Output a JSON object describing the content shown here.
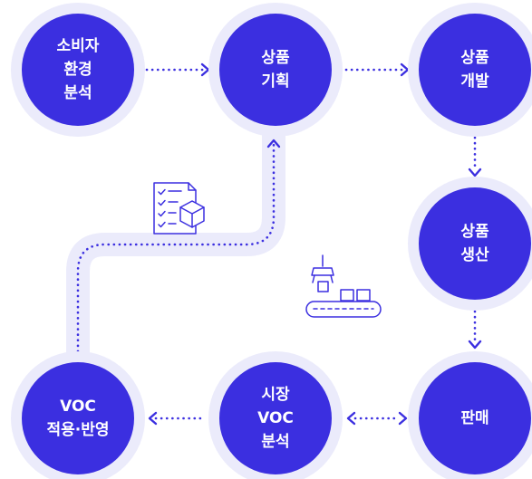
{
  "nodes": {
    "consumer": [
      "소비자",
      "환경",
      "분석"
    ],
    "planning": [
      "상품",
      "기획"
    ],
    "development": [
      "상품",
      "개발"
    ],
    "production": [
      "상품",
      "생산"
    ],
    "sales": [
      "판매"
    ],
    "market_voc": [
      "시장",
      "VOC",
      "분석"
    ],
    "voc_apply": [
      "VOC",
      "적용·반영"
    ]
  },
  "colors": {
    "node_fill": "#3b2fe0",
    "node_halo": "#ebebfb",
    "track": "#ebebfb",
    "arrow_dots": "#3b2fe0",
    "icon_stroke": "#3b2fe0"
  },
  "icons": [
    "checklist-box-icon",
    "conveyor-robot-arm-icon"
  ]
}
